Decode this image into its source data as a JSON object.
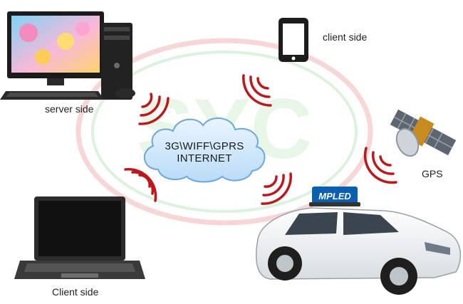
{
  "diagram": {
    "network": {
      "line1": "3G\\WIFF\\GPRS",
      "line2": "INTERNET"
    },
    "nodes": {
      "server": {
        "label": "server side",
        "icon": "desktop-computer-icon"
      },
      "client_phone": {
        "label": "client side",
        "icon": "smartphone-icon"
      },
      "gps": {
        "label": "GPS",
        "icon": "gps-satellite-icon"
      },
      "client_laptop": {
        "label": "Client side",
        "icon": "laptop-icon"
      },
      "taxi": {
        "sign_text": "MPLED",
        "icon": "taxi-car-icon"
      }
    },
    "watermark_text": "SYC",
    "colors": {
      "signal": "#c0161b",
      "cloud": "#cfe6fb",
      "cloud_stroke": "#6aa7dc",
      "watermark_red": "#f2b6b6",
      "watermark_green": "#bfe8c0"
    }
  }
}
